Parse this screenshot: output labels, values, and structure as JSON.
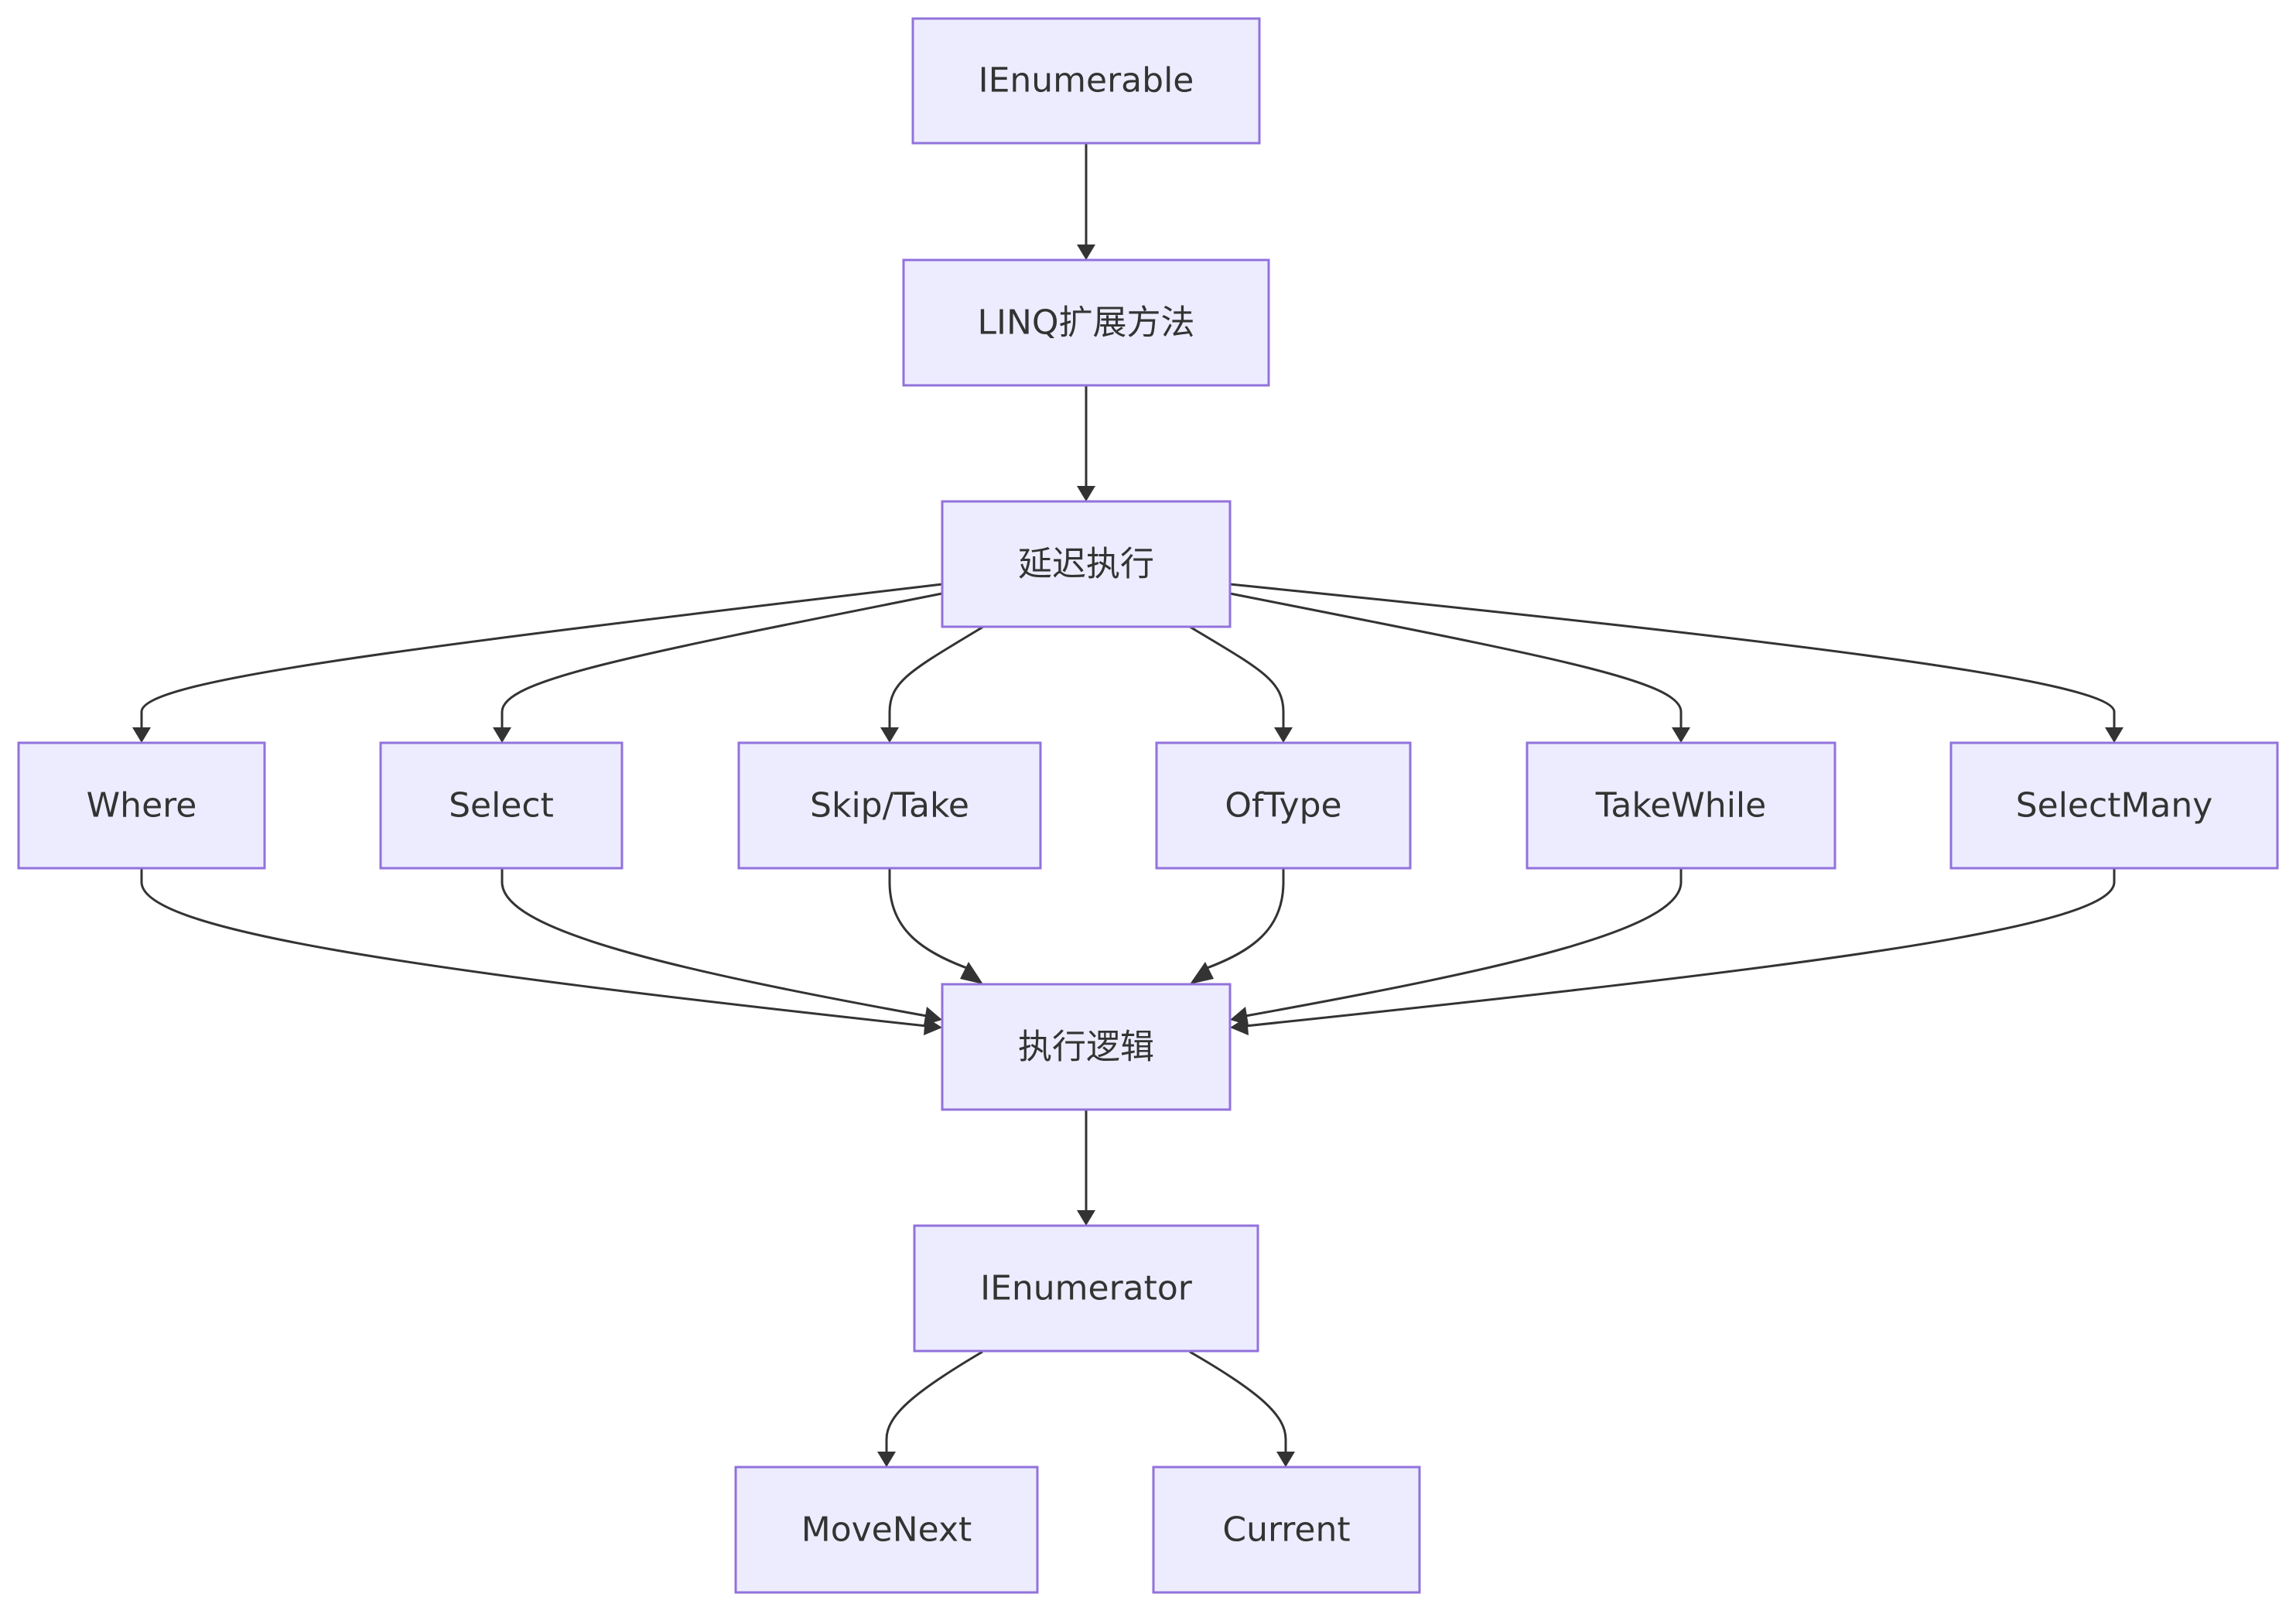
{
  "diagram": {
    "type": "flowchart",
    "direction": "top-down",
    "colors": {
      "node_fill": "#ececfe",
      "node_border": "#9272dc",
      "edge": "#333333",
      "text": "#333333",
      "background": "#ffffff"
    },
    "nodes": {
      "ienumerable": {
        "label": "IEnumerable"
      },
      "linq": {
        "label": "LINQ扩展方法"
      },
      "deferred": {
        "label": "延迟执行"
      },
      "where": {
        "label": "Where"
      },
      "select": {
        "label": "Select"
      },
      "skiptake": {
        "label": "Skip/Take"
      },
      "oftype": {
        "label": "OfType"
      },
      "takewhile": {
        "label": "TakeWhile"
      },
      "selectmany": {
        "label": "SelectMany"
      },
      "execlogic": {
        "label": "执行逻辑"
      },
      "ienumerator": {
        "label": "IEnumerator"
      },
      "movenext": {
        "label": "MoveNext"
      },
      "current": {
        "label": "Current"
      }
    },
    "edges": [
      {
        "from": "ienumerable",
        "to": "linq"
      },
      {
        "from": "linq",
        "to": "deferred"
      },
      {
        "from": "deferred",
        "to": "where"
      },
      {
        "from": "deferred",
        "to": "select"
      },
      {
        "from": "deferred",
        "to": "skiptake"
      },
      {
        "from": "deferred",
        "to": "oftype"
      },
      {
        "from": "deferred",
        "to": "takewhile"
      },
      {
        "from": "deferred",
        "to": "selectmany"
      },
      {
        "from": "where",
        "to": "execlogic"
      },
      {
        "from": "select",
        "to": "execlogic"
      },
      {
        "from": "skiptake",
        "to": "execlogic"
      },
      {
        "from": "oftype",
        "to": "execlogic"
      },
      {
        "from": "takewhile",
        "to": "execlogic"
      },
      {
        "from": "selectmany",
        "to": "execlogic"
      },
      {
        "from": "execlogic",
        "to": "ienumerator"
      },
      {
        "from": "ienumerator",
        "to": "movenext"
      },
      {
        "from": "ienumerator",
        "to": "current"
      }
    ]
  }
}
